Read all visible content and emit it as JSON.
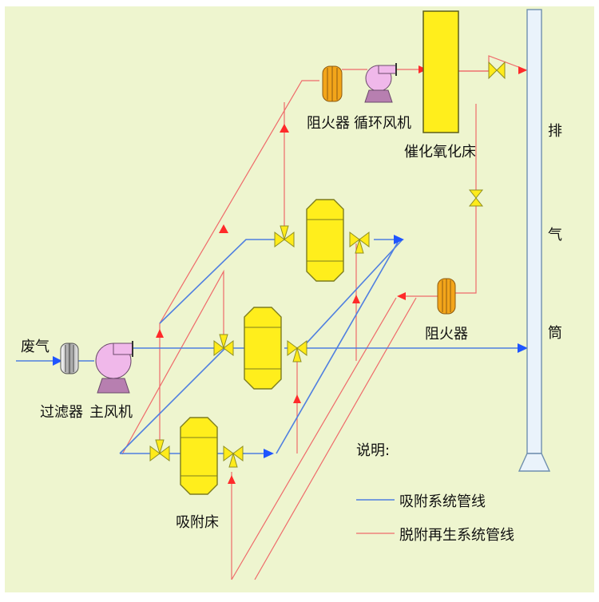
{
  "labels": {
    "waste_gas": "废气",
    "filter": "过滤器",
    "main_fan": "主风机",
    "flame_arrester_top": "阻火器",
    "circulation_fan": "循环风机",
    "catalytic_bed": "催化氧化床",
    "exhaust_stack": [
      "排",
      "气",
      "筒"
    ],
    "flame_arrester_mid": "阻火器",
    "adsorption_bed": "吸附床",
    "legend_title": "说明:",
    "legend_adsorption": "吸附系统管线",
    "legend_desorption": "脱附再生系统管线"
  },
  "colors": {
    "background": "#eef5cf",
    "adsorption_line": "#4f7fe0",
    "desorption_line": "#ef6a6a",
    "vessel_fill": "#ffee1c",
    "flame_arrester": "#f3a51a",
    "fan": "#f0b8ea",
    "stack": "#eaf3fb"
  }
}
